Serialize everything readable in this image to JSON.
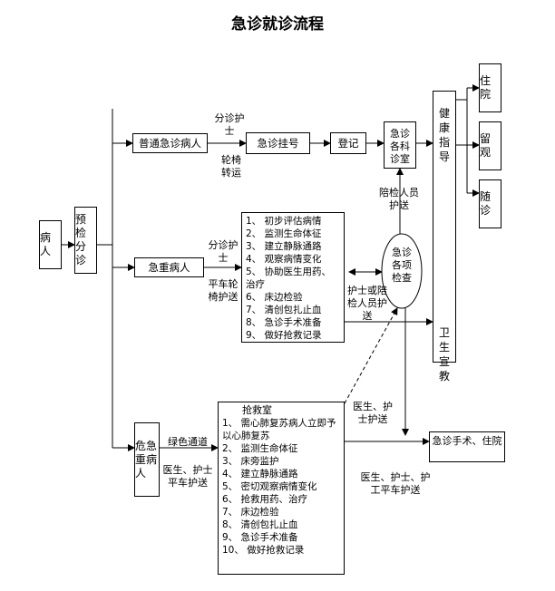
{
  "title": "急诊就诊流程",
  "patient": "病人",
  "triage": "预检分诊",
  "branches": {
    "normal": "普通急诊病人",
    "critical": "急重病人",
    "danger": "危急重病人"
  },
  "register": "急诊挂号",
  "checkin": "登记",
  "dept": "急诊各科诊室",
  "exam": "急诊各项检查",
  "health": "健康指导",
  "education": "卫生宣教",
  "outcomes": {
    "admit": "住院",
    "observe": "留观",
    "followup": "随诊"
  },
  "surgery": "急诊手术、住院",
  "labels": {
    "triage_nurse": "分诊护士",
    "wheelchair": "轮椅转运",
    "triage_nurse2": "分诊护士",
    "flatcart": "平车轮椅护送",
    "escort": "陪检人员护送",
    "nurse_escort": "护士或陪检人员护送",
    "doc_nurse": "医生、护士护送",
    "green": "绿色通道",
    "doc_cart": "医生、护士平车护送",
    "doc_nurse_cart": "医生、护士、护工平车护送"
  },
  "critical_list": [
    "1、 初步评估病情",
    "2、 监测生命体征",
    "3、 建立静脉通路",
    "4、 观察病情变化",
    "5、 协助医生用药、治疗",
    "6、 床边检验",
    "7、 清创包扎止血",
    "8、 急诊手术准备",
    "9、 做好抢救记录"
  ],
  "rescue_title": "抢救室",
  "rescue_list": [
    "1、 需心肺复苏病人立即予以心肺复苏",
    "2、 监测生命体征",
    "3、 床旁监护",
    "4、 建立静脉通路",
    "5、 密切观察病情变化",
    "6、 抢救用药、治疗",
    "7、 床边检验",
    "8、 清创包扎止血",
    "9、 急诊手术准备",
    "10、 做好抢救记录"
  ]
}
